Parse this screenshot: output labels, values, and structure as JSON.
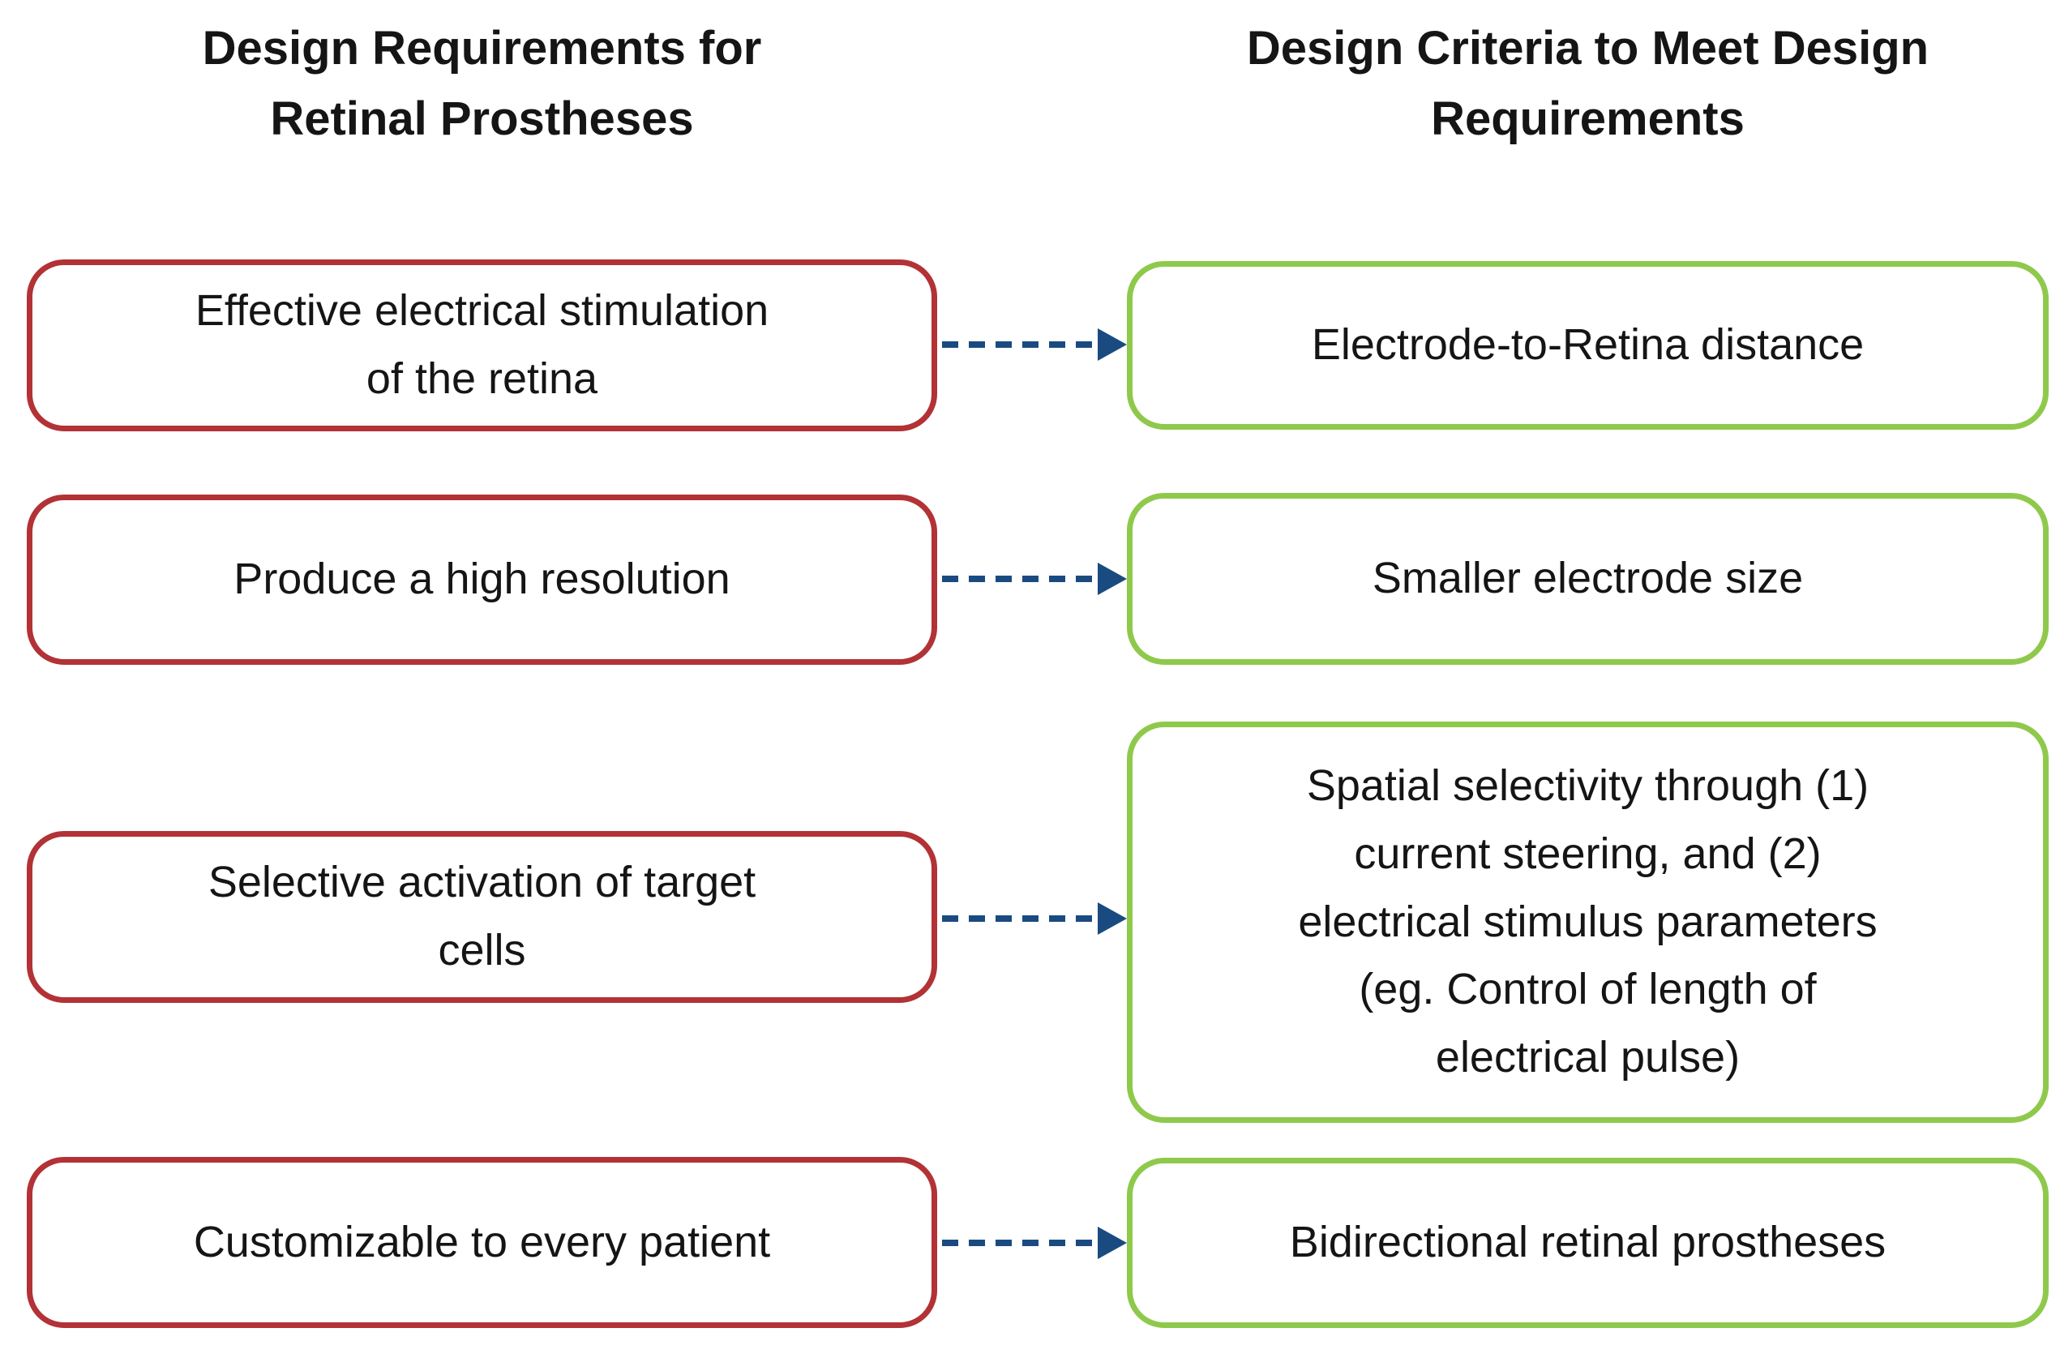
{
  "diagram": {
    "left_title": "Design Requirements for\nRetinal Prostheses",
    "right_title": "Design Criteria to Meet Design\nRequirements",
    "rows": [
      {
        "requirement": "Effective electrical stimulation\nof the retina",
        "criteria": "Electrode-to-Retina distance"
      },
      {
        "requirement": "Produce a high resolution",
        "criteria": "Smaller electrode size"
      },
      {
        "requirement": "Selective activation of target\ncells",
        "criteria": "Spatial selectivity through (1)\ncurrent steering, and (2)\nelectrical stimulus parameters\n(eg. Control of length of\nelectrical pulse)"
      },
      {
        "requirement": "Customizable to every patient",
        "criteria": "Bidirectional retinal prostheses"
      }
    ],
    "colors": {
      "requirement_border": "#B23235",
      "criteria_border": "#8FC94C",
      "arrow": "#1A4B80",
      "text": "#151515",
      "background": "#FFFFFF"
    }
  }
}
